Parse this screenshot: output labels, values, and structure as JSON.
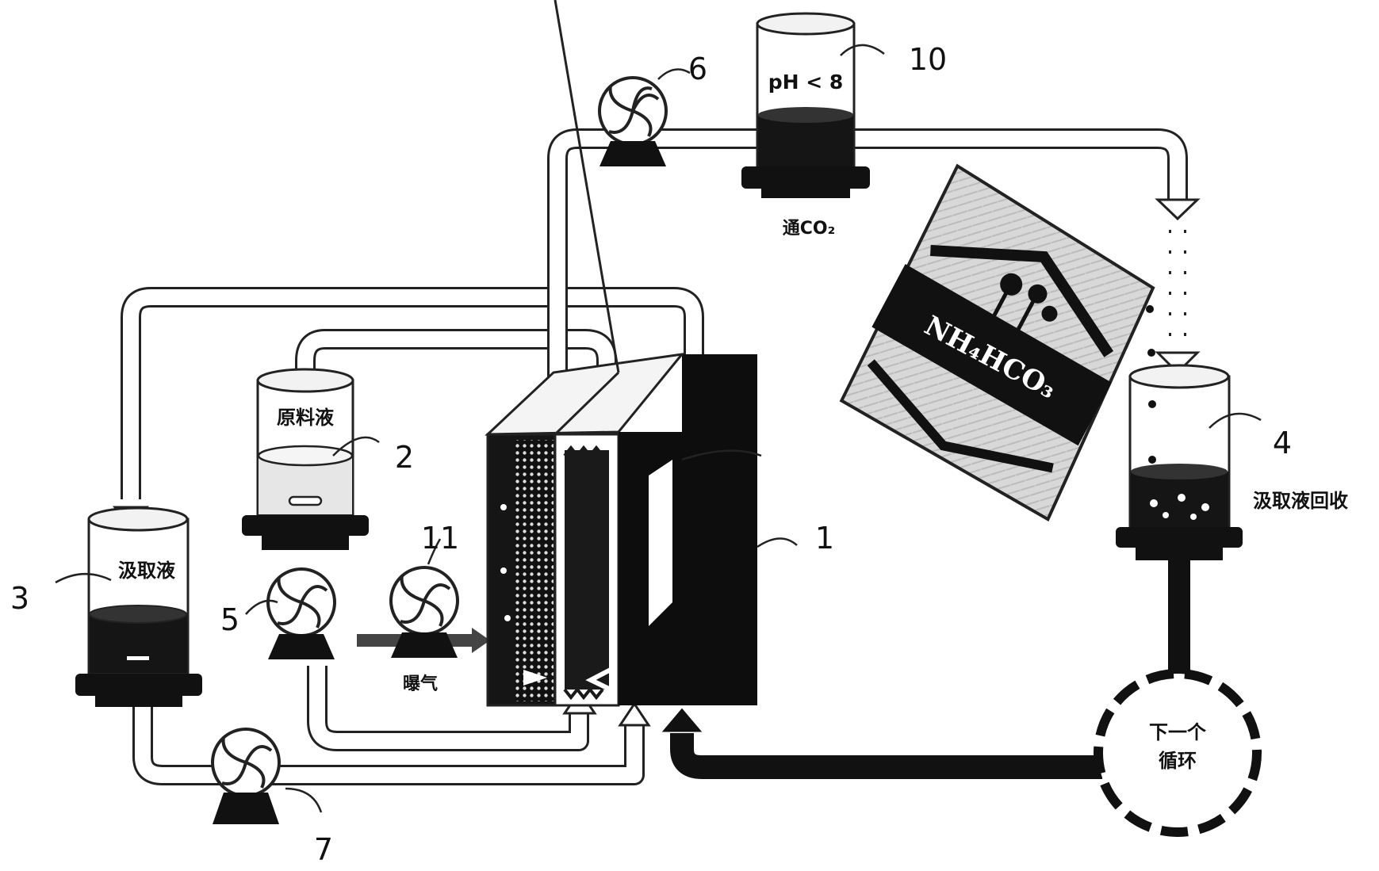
{
  "labels": {
    "reactor": "1",
    "feed_tank": "2",
    "draw_tank": "3",
    "recovery_tank": "4",
    "pump5": "5",
    "pump6": "6",
    "pump7": "7",
    "co2_tank": "10",
    "aeration_pump": "11"
  },
  "text": {
    "feed_solution": "原料液",
    "draw_solution": "汲取液",
    "draw_recovery": "汲取液回收",
    "aeration": "曝气",
    "co2_in": "通CO₂",
    "ph_condition": "pH < 8",
    "next_cycle_line1": "下一个",
    "next_cycle_line2": "循环",
    "product_bag": "NH₄HCO₃"
  },
  "colors": {
    "line": "#222222",
    "fill_dark": "#111111",
    "paper": "#ffffff"
  }
}
